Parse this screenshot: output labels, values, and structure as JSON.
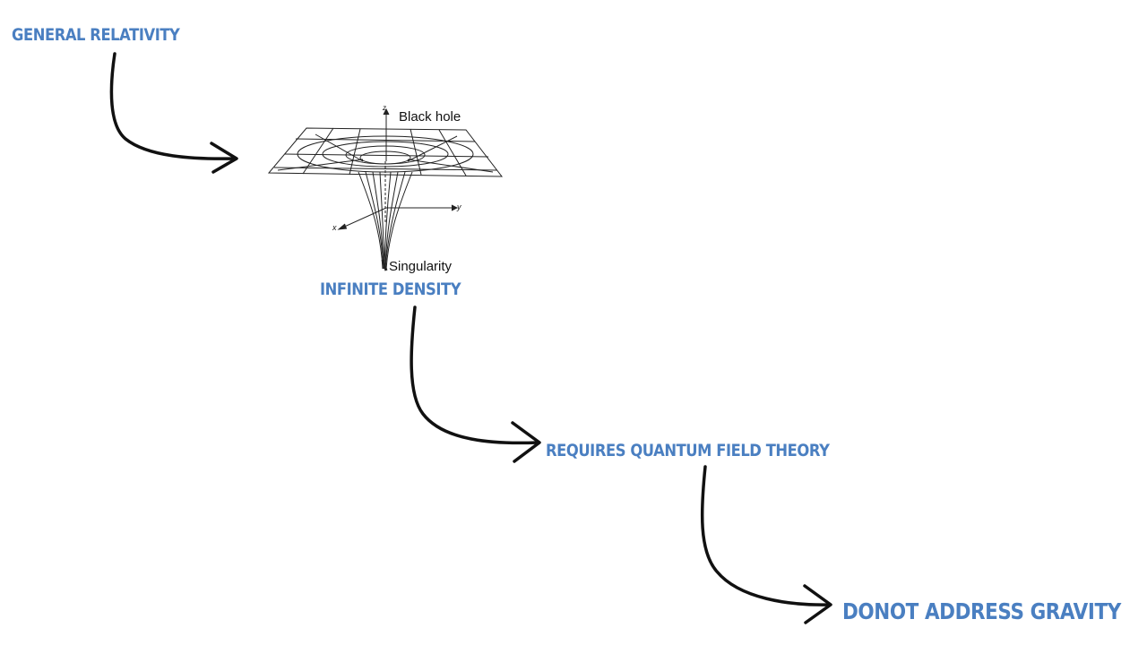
{
  "nodes": {
    "general_relativity": "GENERAL RELATIVITY",
    "infinite_density": "INFINITE DENSITY",
    "requires_qft": "REQUIRES QUANTUM FIELD THEORY",
    "do_not_address_gravity": "DONOT ADDRESS GRAVITY"
  },
  "figure": {
    "black_hole_label": "Black hole",
    "singularity_label": "Singularity",
    "axis_x": "x",
    "axis_y": "y",
    "axis_z": "z"
  },
  "colors": {
    "label": "#4a7fc1",
    "arrow": "#111111"
  }
}
